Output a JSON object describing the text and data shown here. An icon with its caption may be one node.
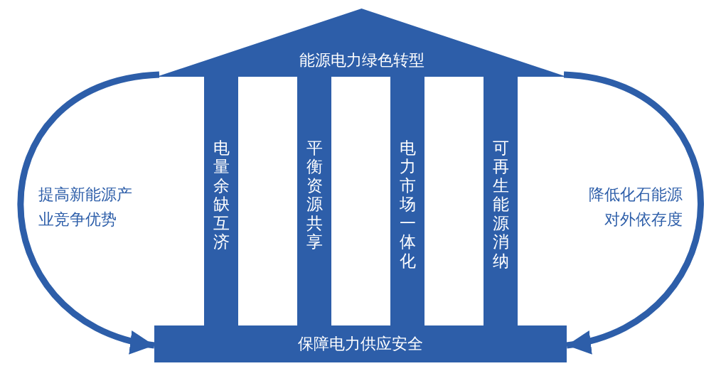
{
  "diagram": {
    "nodes": [
      {
        "text": [
          "能源电力绿色转型"
        ]
      },
      {
        "text": [
          "电量余缺互济"
        ]
      },
      {
        "text": [
          "平衡资源共享"
        ]
      },
      {
        "text": [
          "电力市场一体化"
        ]
      },
      {
        "text": [
          "可再生能源消纳"
        ]
      },
      {
        "text": [
          "保障电力供应安全"
        ]
      }
    ],
    "edges": [
      {
        "from": 0,
        "to": 5,
        "arrow": "to"
      },
      {
        "from": 0,
        "to": 5,
        "arrow": "to"
      }
    ],
    "labels": [
      "提高新能源产业竞争优势",
      "降低化石能源对外依存度"
    ]
  }
}
